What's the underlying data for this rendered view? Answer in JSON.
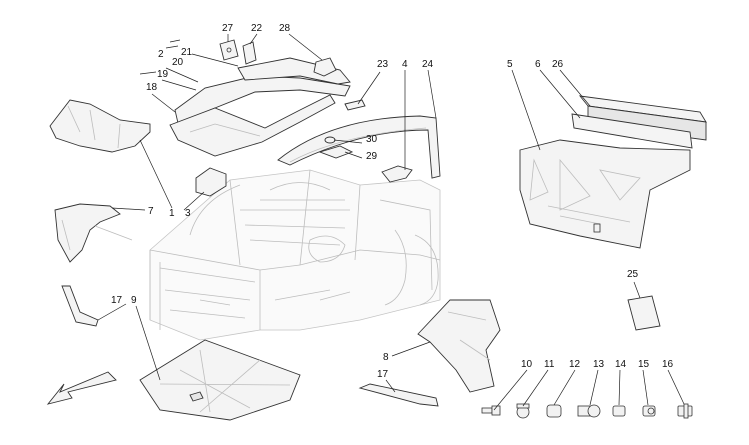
{
  "diagram": {
    "labels": {
      "l1": "1",
      "l2": "2",
      "l3": "3",
      "l4": "4",
      "l5": "5",
      "l6": "6",
      "l7": "7",
      "l8": "8",
      "l9": "9",
      "l10": "10",
      "l11": "11",
      "l12": "12",
      "l13": "13",
      "l14": "14",
      "l15": "15",
      "l16": "16",
      "l17a": "17",
      "l17b": "17",
      "l18": "18",
      "l19": "19",
      "l20": "20",
      "l21": "21",
      "l22": "22",
      "l23": "23",
      "l24": "24",
      "l25": "25",
      "l26": "26",
      "l27": "27",
      "l28": "28",
      "l29": "29",
      "l30": "30"
    }
  }
}
